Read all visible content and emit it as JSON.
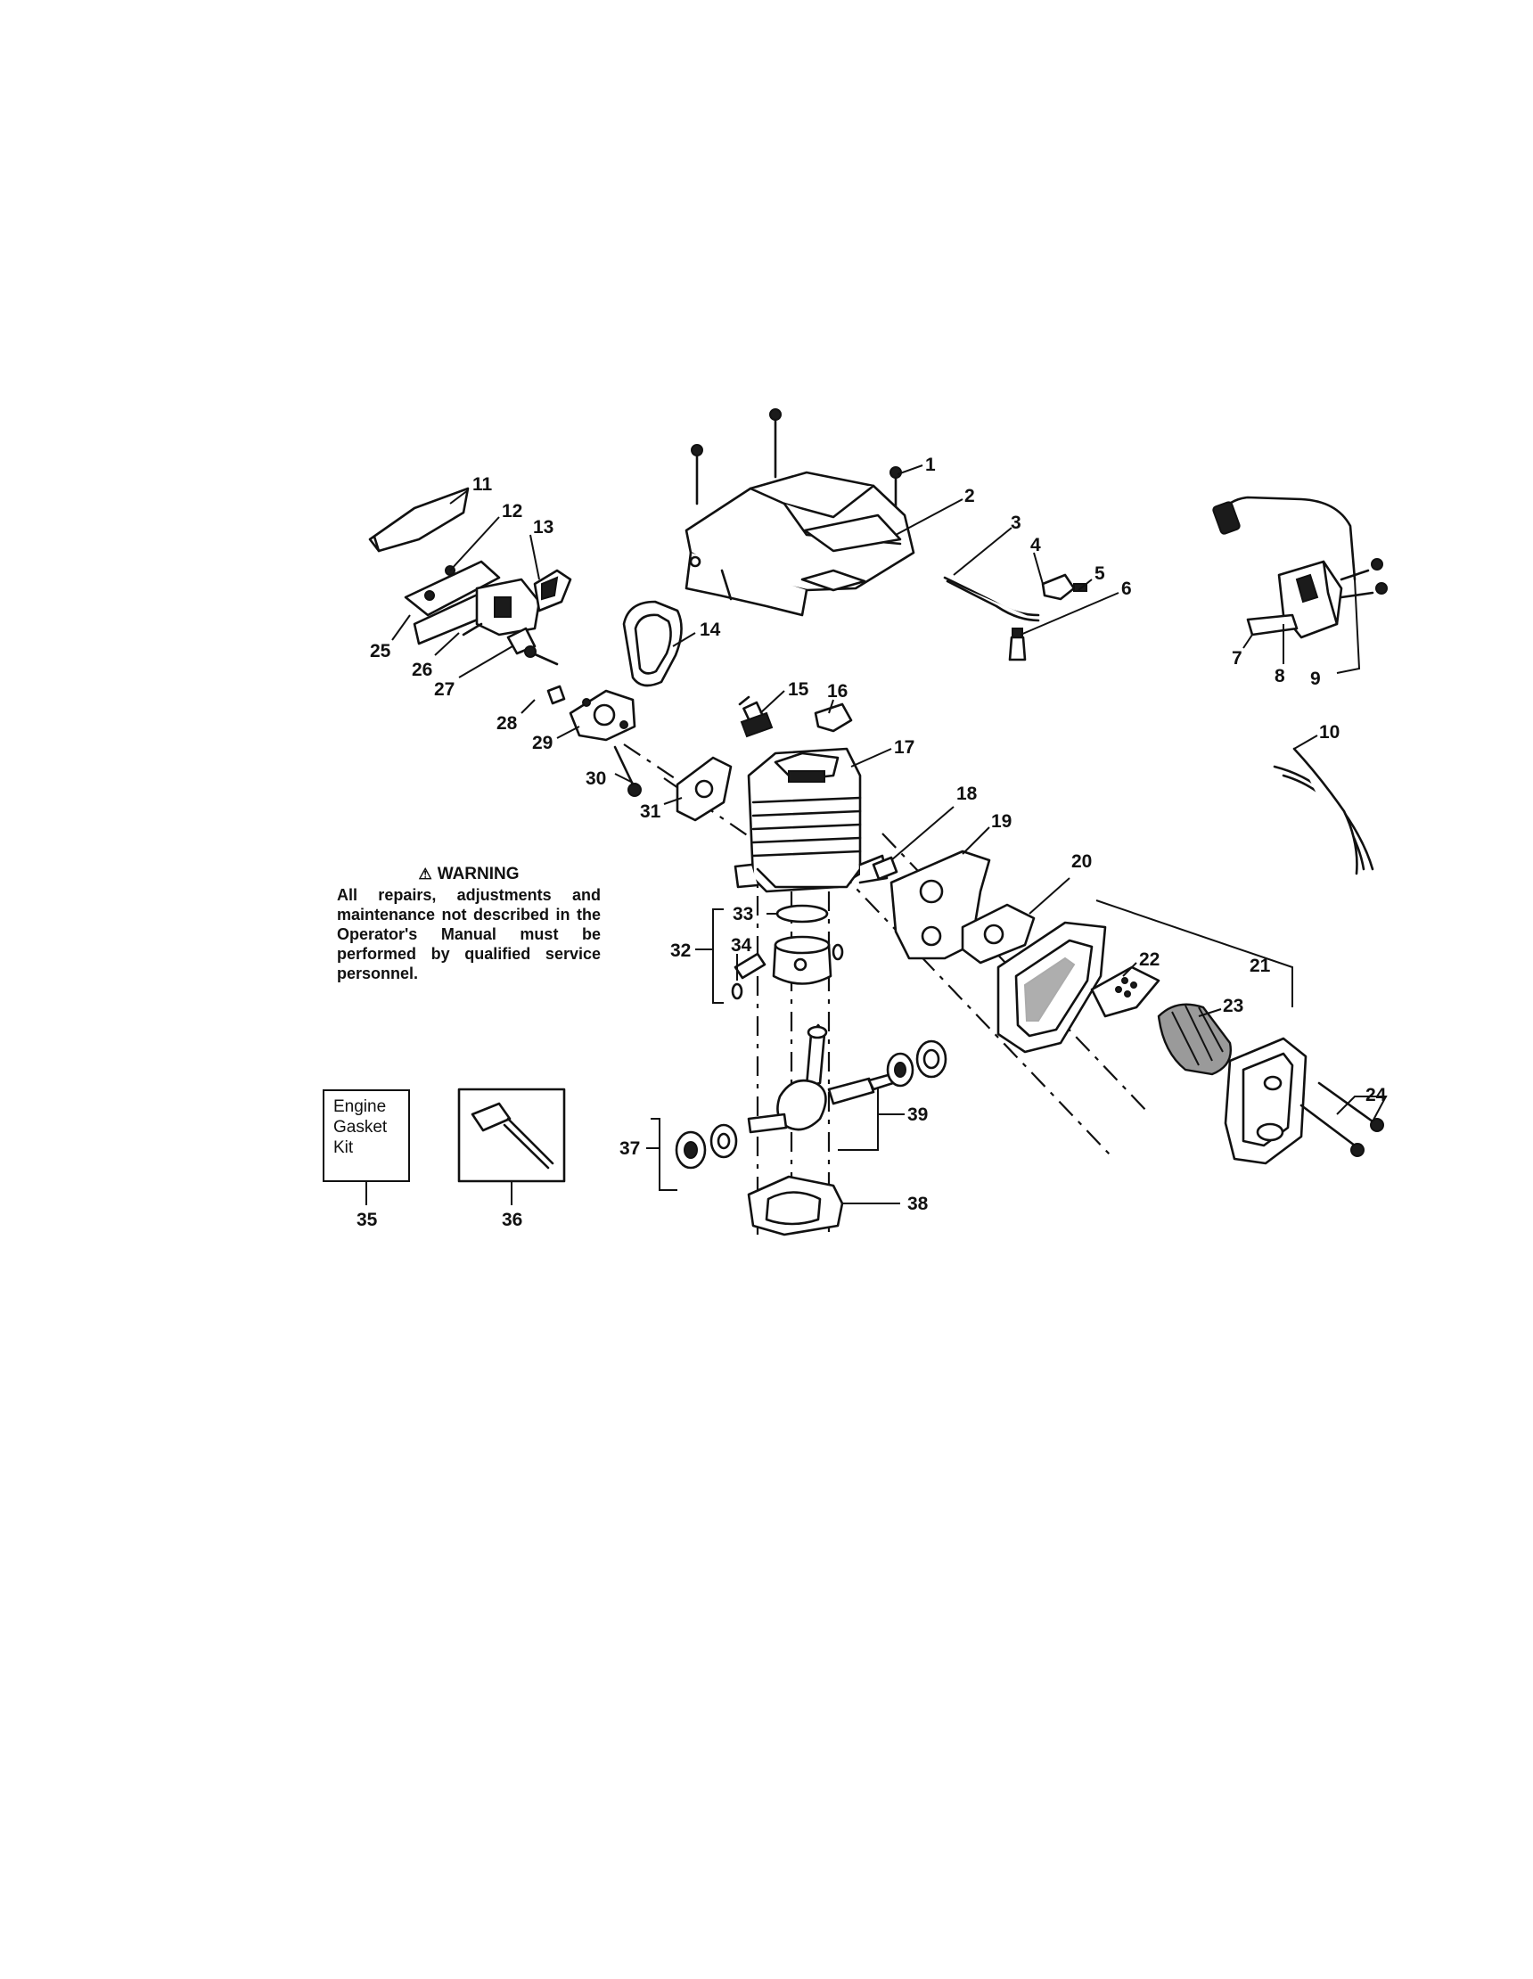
{
  "warning": {
    "symbol": "⚠",
    "title": "WARNING",
    "text": "All repairs, adjustments and maintenance not described in the Operator's Manual must be performed by qualified service personnel."
  },
  "gasket_kit": {
    "line1": "Engine",
    "line2": "Gasket",
    "line3": "Kit"
  },
  "callouts": {
    "c1": "1",
    "c2": "2",
    "c3": "3",
    "c4": "4",
    "c5": "5",
    "c6": "6",
    "c7": "7",
    "c8": "8",
    "c9": "9",
    "c10": "10",
    "c11": "11",
    "c12": "12",
    "c13": "13",
    "c14": "14",
    "c15": "15",
    "c16": "16",
    "c17": "17",
    "c18": "18",
    "c19": "19",
    "c20": "20",
    "c21": "21",
    "c22": "22",
    "c23": "23",
    "c24": "24",
    "c25": "25",
    "c26": "26",
    "c27": "27",
    "c28": "28",
    "c29": "29",
    "c30": "30",
    "c31": "31",
    "c32": "32",
    "c33": "33",
    "c34": "34",
    "c35": "35",
    "c36": "36",
    "c37": "37",
    "c38": "38",
    "c39": "39"
  }
}
